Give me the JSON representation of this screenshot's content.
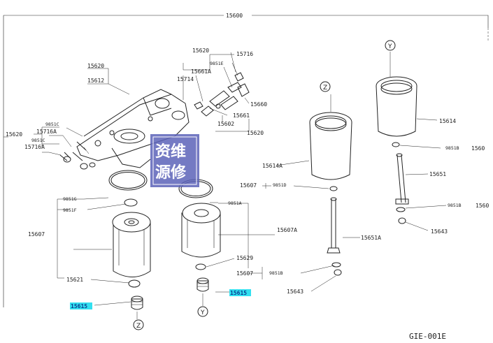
{
  "diagram": {
    "top_label": "15600",
    "code": "GIE-001E",
    "watermark": [
      "资维",
      "源修"
    ],
    "labels": {
      "l15620_top": "15620",
      "l15716": "15716",
      "l9851e": "9851E",
      "l15661a": "15661A",
      "l15714": "15714",
      "l15660": "15660",
      "l15661": "15661",
      "l15602": "15602",
      "l15620_mid": "15620",
      "l15620_grp": "15620",
      "l15612": "15612",
      "l9851c_a": "9851C",
      "l15620_left": "15620",
      "l15716a_a": "15716A",
      "l9851c_b": "9851C",
      "l15716a_b": "15716A",
      "l9851g": "9851G",
      "l9851f": "9851F",
      "l15607_left": "15607",
      "l15621": "15621",
      "l15615_left": "15615",
      "l9851a": "9851A",
      "l15607a": "15607A",
      "l15629": "15629",
      "l15607_mid": "15607",
      "l9851b": "9851B",
      "l15615_mid": "15615",
      "l15643_mid": "15643",
      "l15614a": "15614A",
      "l15607_right": "15607",
      "l9851d": "9851D",
      "l15651a": "15651A",
      "l15614": "15614",
      "l9851b_r1": "9851B",
      "l1560x_a": "1560",
      "l15651": "15651",
      "l9851b_r2": "9851B",
      "l1560x_b": "1560",
      "l15643_right": "15643"
    },
    "callouts": {
      "y": "Y",
      "z": "Z"
    }
  }
}
